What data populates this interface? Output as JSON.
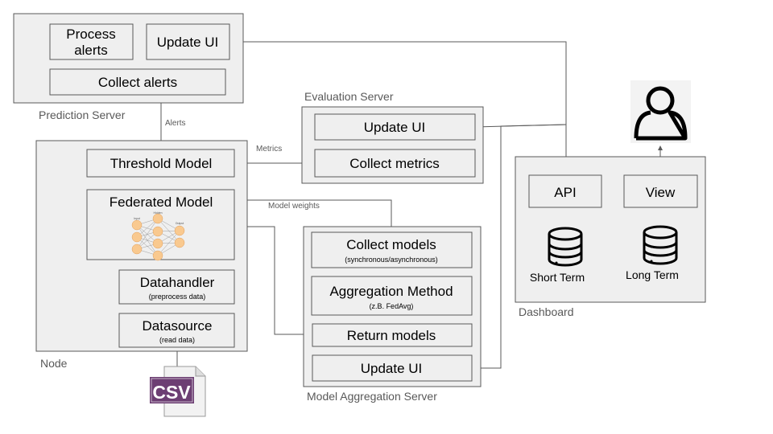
{
  "prediction_server": {
    "label": "Prediction Server",
    "process_alerts": [
      "Process",
      "alerts"
    ],
    "update_ui": "Update UI",
    "collect_alerts": "Collect alerts"
  },
  "node": {
    "label": "Node",
    "threshold_model": "Threshold Model",
    "federated_model": "Federated Model",
    "nn_labels": [
      "Input",
      "Hidden",
      "Output"
    ],
    "datahandler": "Datahandler",
    "datahandler_sub": "(preprocess data)",
    "datasource": "Datasource",
    "datasource_sub": "(read data)"
  },
  "evaluation_server": {
    "label": "Evaluation Server",
    "update_ui": "Update UI",
    "collect_metrics": "Collect metrics"
  },
  "aggregation_server": {
    "label": "Model Aggregation Server",
    "collect_models": "Collect models",
    "collect_models_sub": "(synchronous/asynchronous)",
    "aggregation_method": "Aggregation Method",
    "aggregation_method_sub": "(z.B. FedAvg)",
    "return_models": "Return models",
    "update_ui": "Update UI"
  },
  "dashboard": {
    "label": "Dashboard",
    "api": "API",
    "view": "View",
    "short_term": "Short Term",
    "long_term": "Long Term"
  },
  "edges": {
    "alerts": "Alerts",
    "metrics": "Metrics",
    "model_weights": "Model weights"
  },
  "csv_icon": {
    "text": "CSV",
    "color": "#6d3f73"
  },
  "icons": [
    "user-icon",
    "database-icon",
    "csv-file-icon",
    "neural-network-icon"
  ]
}
